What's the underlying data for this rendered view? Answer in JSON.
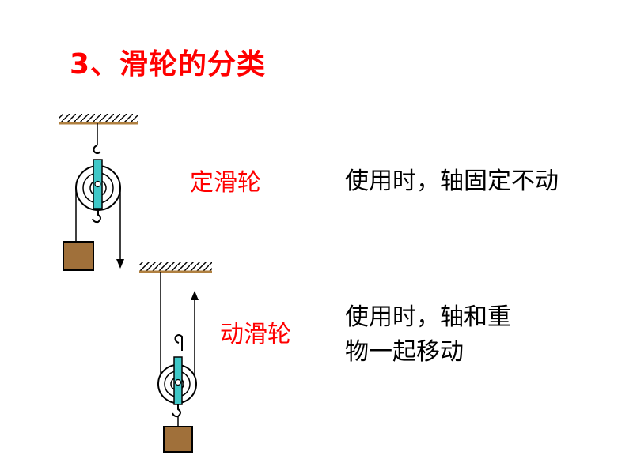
{
  "title": "3、滑轮的分类",
  "fixed": {
    "label": "定滑轮",
    "description": "使用时，轴固定不动"
  },
  "movable": {
    "label": "动滑轮",
    "description_line1": "使用时，轴和重",
    "description_line2": "物一起移动"
  },
  "colors": {
    "title": "#ff0000",
    "label": "#ff0000",
    "axle_strap": "#3fc8c8",
    "weight": "#a0703a",
    "ceiling": "#b08040"
  }
}
